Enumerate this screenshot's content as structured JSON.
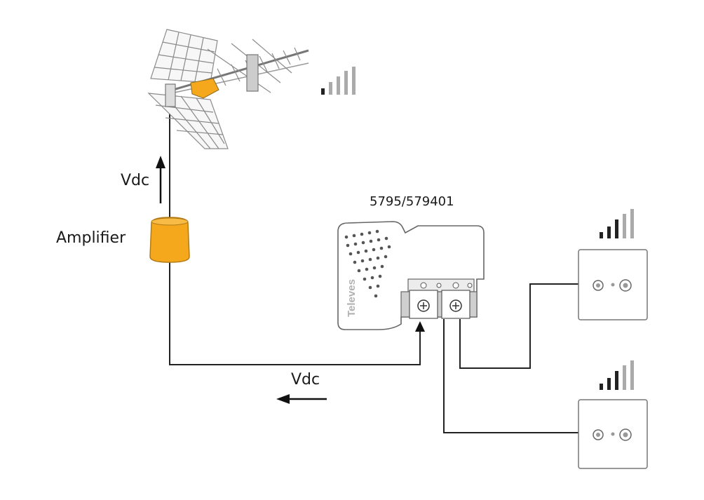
{
  "labels": {
    "vdc_up": "Vdc",
    "amplifier": "Amplifier",
    "model": "5795/579401",
    "vdc_bottom": "Vdc",
    "brand": "Televes"
  },
  "colors": {
    "amplifier": "#f5a81c",
    "line": "#222222",
    "device_outline": "#777777",
    "signal_dark": "#222222",
    "signal_light": "#aaaaaa"
  },
  "icons": [
    "yagi-antenna-icon",
    "signal-strength-icon",
    "amplifier-icon",
    "power-supply-icon",
    "wall-socket-icon",
    "arrow-up-icon",
    "arrow-left-icon"
  ]
}
